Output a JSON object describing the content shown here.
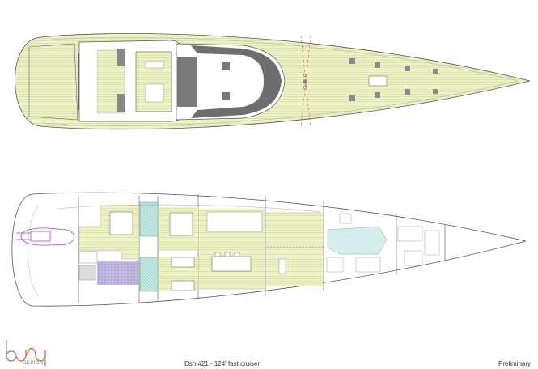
{
  "logo": {
    "text": "bury",
    "subtitle": "DESIGN"
  },
  "title": "Dsn #21 - 124' fast cruiser",
  "status": "Preliminary",
  "colors": {
    "deck": "#eef2c8",
    "deck_lines": "#d6dc9a",
    "dark_deck": "#7a7a7a",
    "bathroom": "#bfe8e0",
    "crew": "#b8addb",
    "tender": "#c03cc0",
    "logo_orange": "#f05a1e",
    "outline": "#555555"
  }
}
